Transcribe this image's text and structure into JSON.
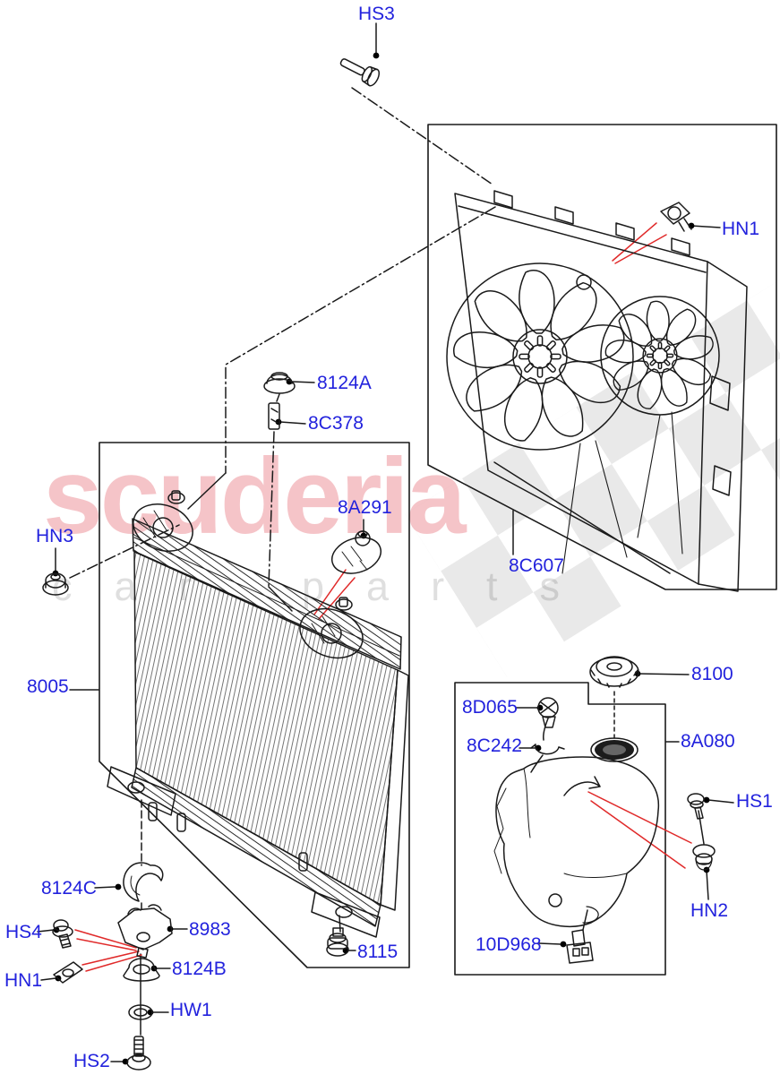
{
  "watermark": {
    "brand": "scuderia",
    "sub": "car parts",
    "brand_color": "#de3c4a",
    "sub_color": "#b8b8b8"
  },
  "colors": {
    "callout_text": "#2222dd",
    "leader_line": "#000000",
    "attention_line": "#e02a2a",
    "drawing_line": "#1a1a1a"
  },
  "callouts": {
    "hs3": "HS3",
    "hn1_top": "HN1",
    "8124a": "8124A",
    "8c378": "8C378",
    "8a291": "8A291",
    "hn3": "HN3",
    "8005": "8005",
    "8c607": "8C607",
    "8100": "8100",
    "8d065": "8D065",
    "8c242": "8C242",
    "8a080": "8A080",
    "hs1": "HS1",
    "hn2": "HN2",
    "10d968": "10D968",
    "8124c": "8124C",
    "hs4": "HS4",
    "8983": "8983",
    "hn1_bottom": "HN1",
    "8124b": "8124B",
    "hw1": "HW1",
    "hs2": "HS2",
    "8115": "8115"
  }
}
